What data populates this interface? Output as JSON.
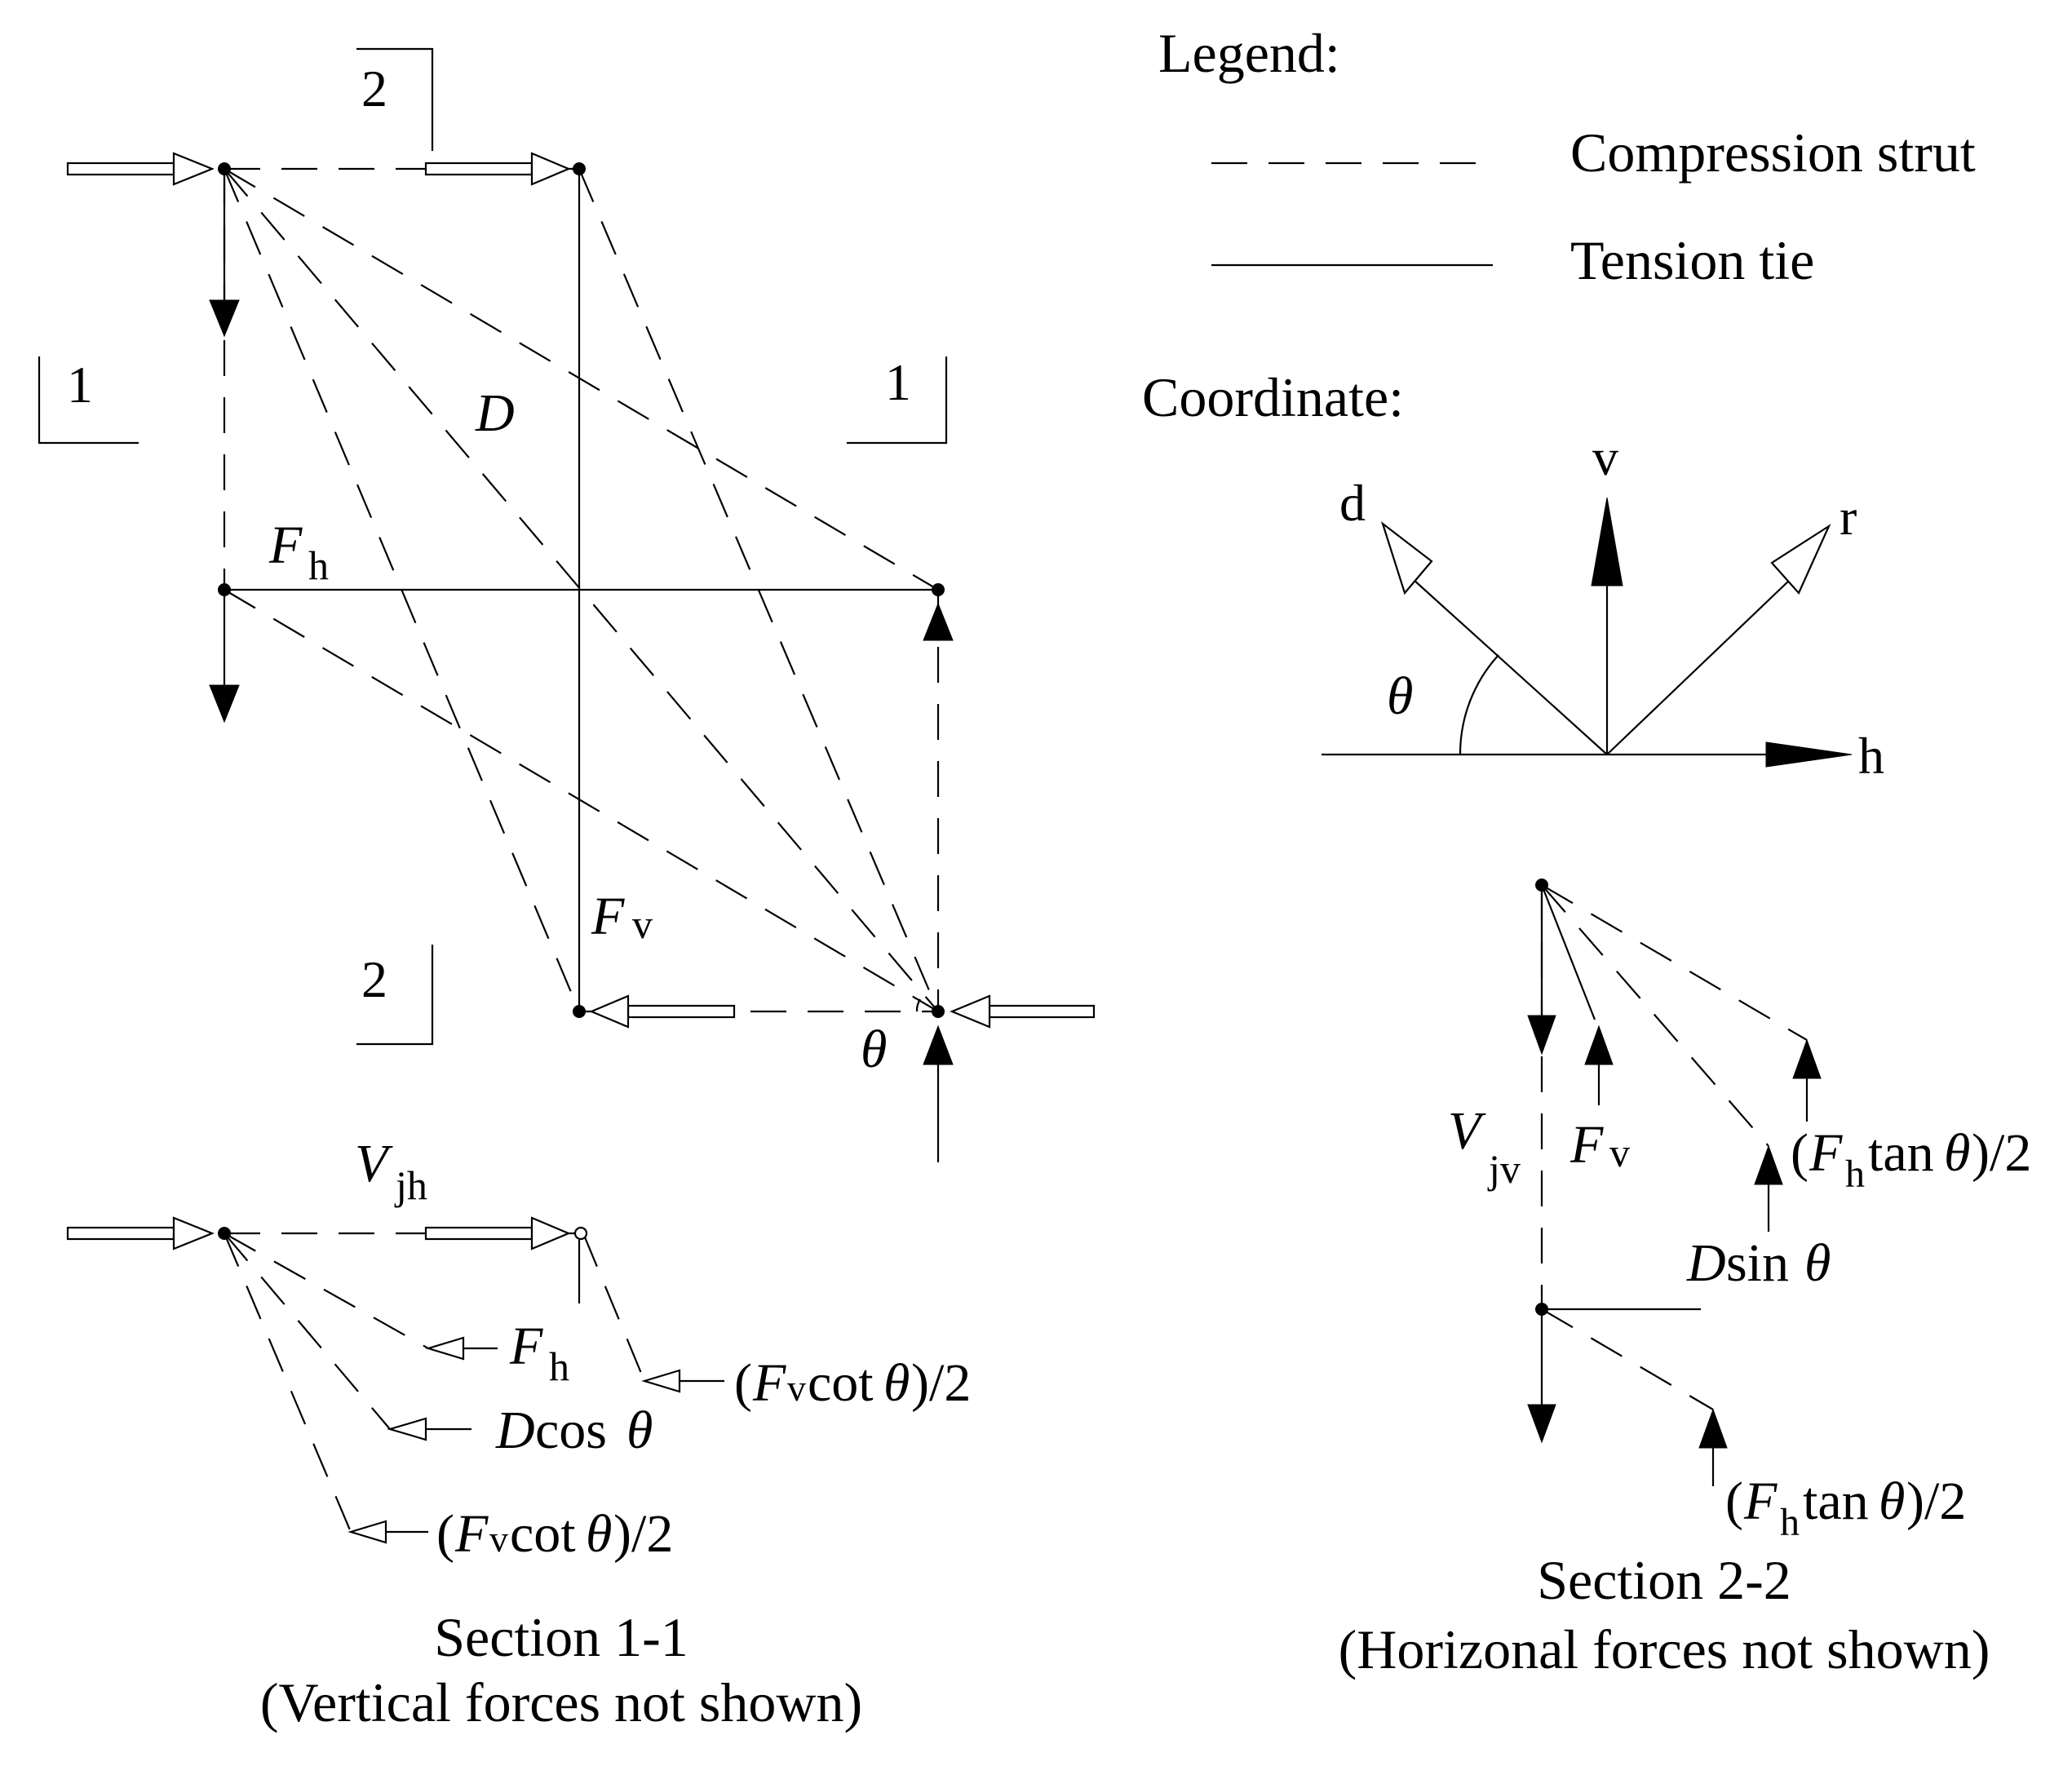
{
  "legend": {
    "title": "Legend:",
    "strut_label": "Compression strut",
    "tie_label": "Tension tie"
  },
  "coordinate": {
    "title": "Coordinate:",
    "axis_v": "v",
    "axis_d": "d",
    "axis_r": "r",
    "axis_h": "h",
    "angle": "θ"
  },
  "main": {
    "cut_1": "1",
    "cut_2": "2",
    "label_D": "D",
    "label_F": "F",
    "sub_h": "h",
    "sub_v": "v",
    "angle": "θ"
  },
  "section11": {
    "V": "V",
    "V_sub": "jh",
    "Fh_F": "F",
    "Fh_sub": "h",
    "Dcos_D": "D",
    "Dcos_rest": "cos",
    "theta": "θ",
    "fvcot_open": "(",
    "fvcot_F": "F",
    "fvcot_sub": "v",
    "fvcot_mid": "cot",
    "fvcot_close": ")/2",
    "caption_1": "Section 1-1",
    "caption_2": "(Vertical forces not shown)"
  },
  "section22": {
    "V": "V",
    "V_sub": "jv",
    "Fv_F": "F",
    "Fv_sub": "v",
    "fhtan_open": "(",
    "fhtan_F": "F",
    "fhtan_sub": "h",
    "fhtan_mid": "tan",
    "fhtan_close": ")/2",
    "theta": "θ",
    "Dsin_D": "D",
    "Dsin_rest": "sin",
    "caption_1": "Section 2-2",
    "caption_2": "(Horizonal forces not shown)"
  }
}
